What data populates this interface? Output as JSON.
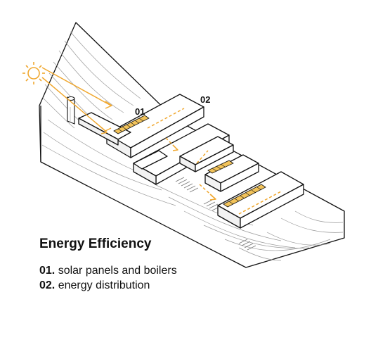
{
  "title": "Energy Efficiency",
  "callouts": [
    {
      "label": "01"
    },
    {
      "label": "02"
    }
  ],
  "legend": [
    {
      "number": "01.",
      "text": "solar panels and boilers"
    },
    {
      "number": "02.",
      "text": "energy distribution"
    }
  ],
  "colors": {
    "accent": "#f0a830",
    "line": "#111111",
    "panel": "#f2c35a",
    "terrain": "#9a9a9a"
  },
  "icons": [
    "sun-icon",
    "chimney-icon",
    "flow-arrow-icon"
  ]
}
